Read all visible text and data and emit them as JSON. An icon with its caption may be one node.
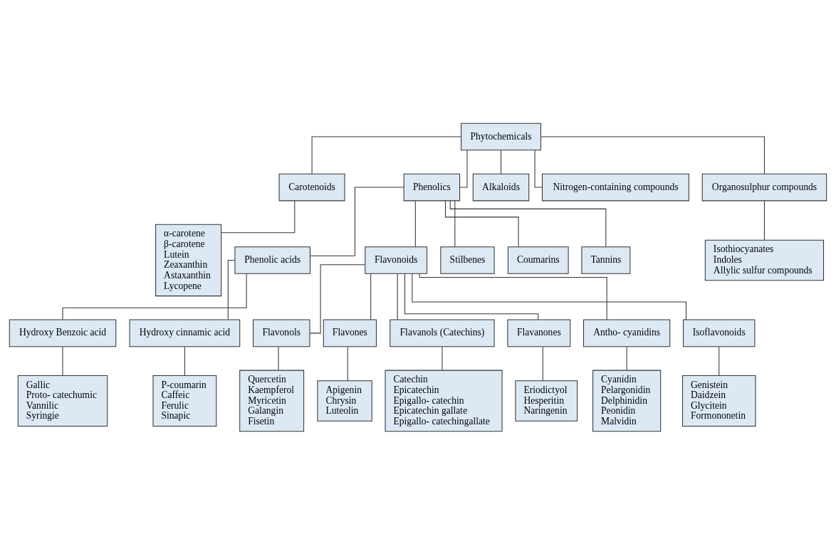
{
  "diagram": {
    "nodes": [
      {
        "text": [
          "Phytochemicals"
        ]
      },
      {
        "text": [
          "Carotenoids"
        ]
      },
      {
        "text": [
          "Phenolics"
        ]
      },
      {
        "text": [
          "Alkaloids"
        ]
      },
      {
        "text": [
          "Nitrogen-containing compounds"
        ]
      },
      {
        "text": [
          "Organosulphur compounds"
        ]
      },
      {
        "text": [
          "α-carotene",
          "β-carotene",
          "Lutein",
          "Zeaxanthin",
          "Astaxanthin",
          "Lycopene"
        ]
      },
      {
        "text": [
          "Phenolic acids"
        ]
      },
      {
        "text": [
          "Flavonoids"
        ]
      },
      {
        "text": [
          "Stilbenes"
        ]
      },
      {
        "text": [
          "Coumarins"
        ]
      },
      {
        "text": [
          "Tannins"
        ]
      },
      {
        "text": [
          "Isothiocyanates",
          "Indoles",
          "Allylic sulfur compounds"
        ]
      },
      {
        "text": [
          "Hydroxy Benzoic acid"
        ]
      },
      {
        "text": [
          "Hydroxy cinnamic acid"
        ]
      },
      {
        "text": [
          "Flavonols"
        ]
      },
      {
        "text": [
          "Flavones"
        ]
      },
      {
        "text": [
          "Flavanols (Catechins)"
        ]
      },
      {
        "text": [
          "Flavanones"
        ]
      },
      {
        "text": [
          "Antho- cyanidins"
        ]
      },
      {
        "text": [
          "Isoflavonoids"
        ]
      },
      {
        "text": [
          "Gallic",
          "Proto- catechumic",
          "Vannilic",
          "Syringie"
        ]
      },
      {
        "text": [
          "P-coumarin",
          "Caffeic",
          "Ferulic",
          "Sinapic"
        ]
      },
      {
        "text": [
          "Quercetin",
          "Kaempferol",
          "Myricetin",
          "Galangin",
          "Fisetin"
        ]
      },
      {
        "text": [
          "Apigenin",
          "Chrysin",
          "Luteolin"
        ]
      },
      {
        "text": [
          "Catechin",
          "Epicatechin",
          "Epigallo- catechin",
          "Epicatechin gallate",
          "Epigallo- catechingallate"
        ]
      },
      {
        "text": [
          "Eriodictyol",
          "Hesperitin",
          "Naringenin"
        ]
      },
      {
        "text": [
          "Cyanidin",
          "Pelargonidin",
          "Delphinidin",
          "Peonidin",
          "Malvidin"
        ]
      },
      {
        "text": [
          "Genistein",
          "Daidzein",
          "Glycitein",
          "Formononetin"
        ]
      }
    ],
    "edges": [
      {
        "from": 0,
        "to": 1,
        "arrow": "none"
      },
      {
        "from": 0,
        "to": 2,
        "arrow": "none"
      },
      {
        "from": 0,
        "to": 3,
        "arrow": "none"
      },
      {
        "from": 0,
        "to": 4,
        "arrow": "none"
      },
      {
        "from": 0,
        "to": 5,
        "arrow": "none"
      },
      {
        "from": 1,
        "to": 6,
        "arrow": "none"
      },
      {
        "from": 2,
        "to": 7,
        "arrow": "none"
      },
      {
        "from": 2,
        "to": 8,
        "arrow": "none"
      },
      {
        "from": 2,
        "to": 9,
        "arrow": "none"
      },
      {
        "from": 2,
        "to": 10,
        "arrow": "none"
      },
      {
        "from": 2,
        "to": 11,
        "arrow": "none"
      },
      {
        "from": 5,
        "to": 12,
        "arrow": "none"
      },
      {
        "from": 7,
        "to": 13,
        "arrow": "none"
      },
      {
        "from": 7,
        "to": 14,
        "arrow": "none"
      },
      {
        "from": 8,
        "to": 15,
        "arrow": "none"
      },
      {
        "from": 8,
        "to": 16,
        "arrow": "none"
      },
      {
        "from": 8,
        "to": 17,
        "arrow": "none"
      },
      {
        "from": 8,
        "to": 18,
        "arrow": "none"
      },
      {
        "from": 8,
        "to": 19,
        "arrow": "none"
      },
      {
        "from": 8,
        "to": 20,
        "arrow": "none"
      },
      {
        "from": 13,
        "to": 21,
        "arrow": "none"
      },
      {
        "from": 14,
        "to": 22,
        "arrow": "none"
      },
      {
        "from": 15,
        "to": 23,
        "arrow": "none"
      },
      {
        "from": 16,
        "to": 24,
        "arrow": "none"
      },
      {
        "from": 17,
        "to": 25,
        "arrow": "none"
      },
      {
        "from": 18,
        "to": 26,
        "arrow": "none"
      },
      {
        "from": 19,
        "to": 27,
        "arrow": "none"
      },
      {
        "from": 20,
        "to": 28,
        "arrow": "none"
      }
    ]
  }
}
